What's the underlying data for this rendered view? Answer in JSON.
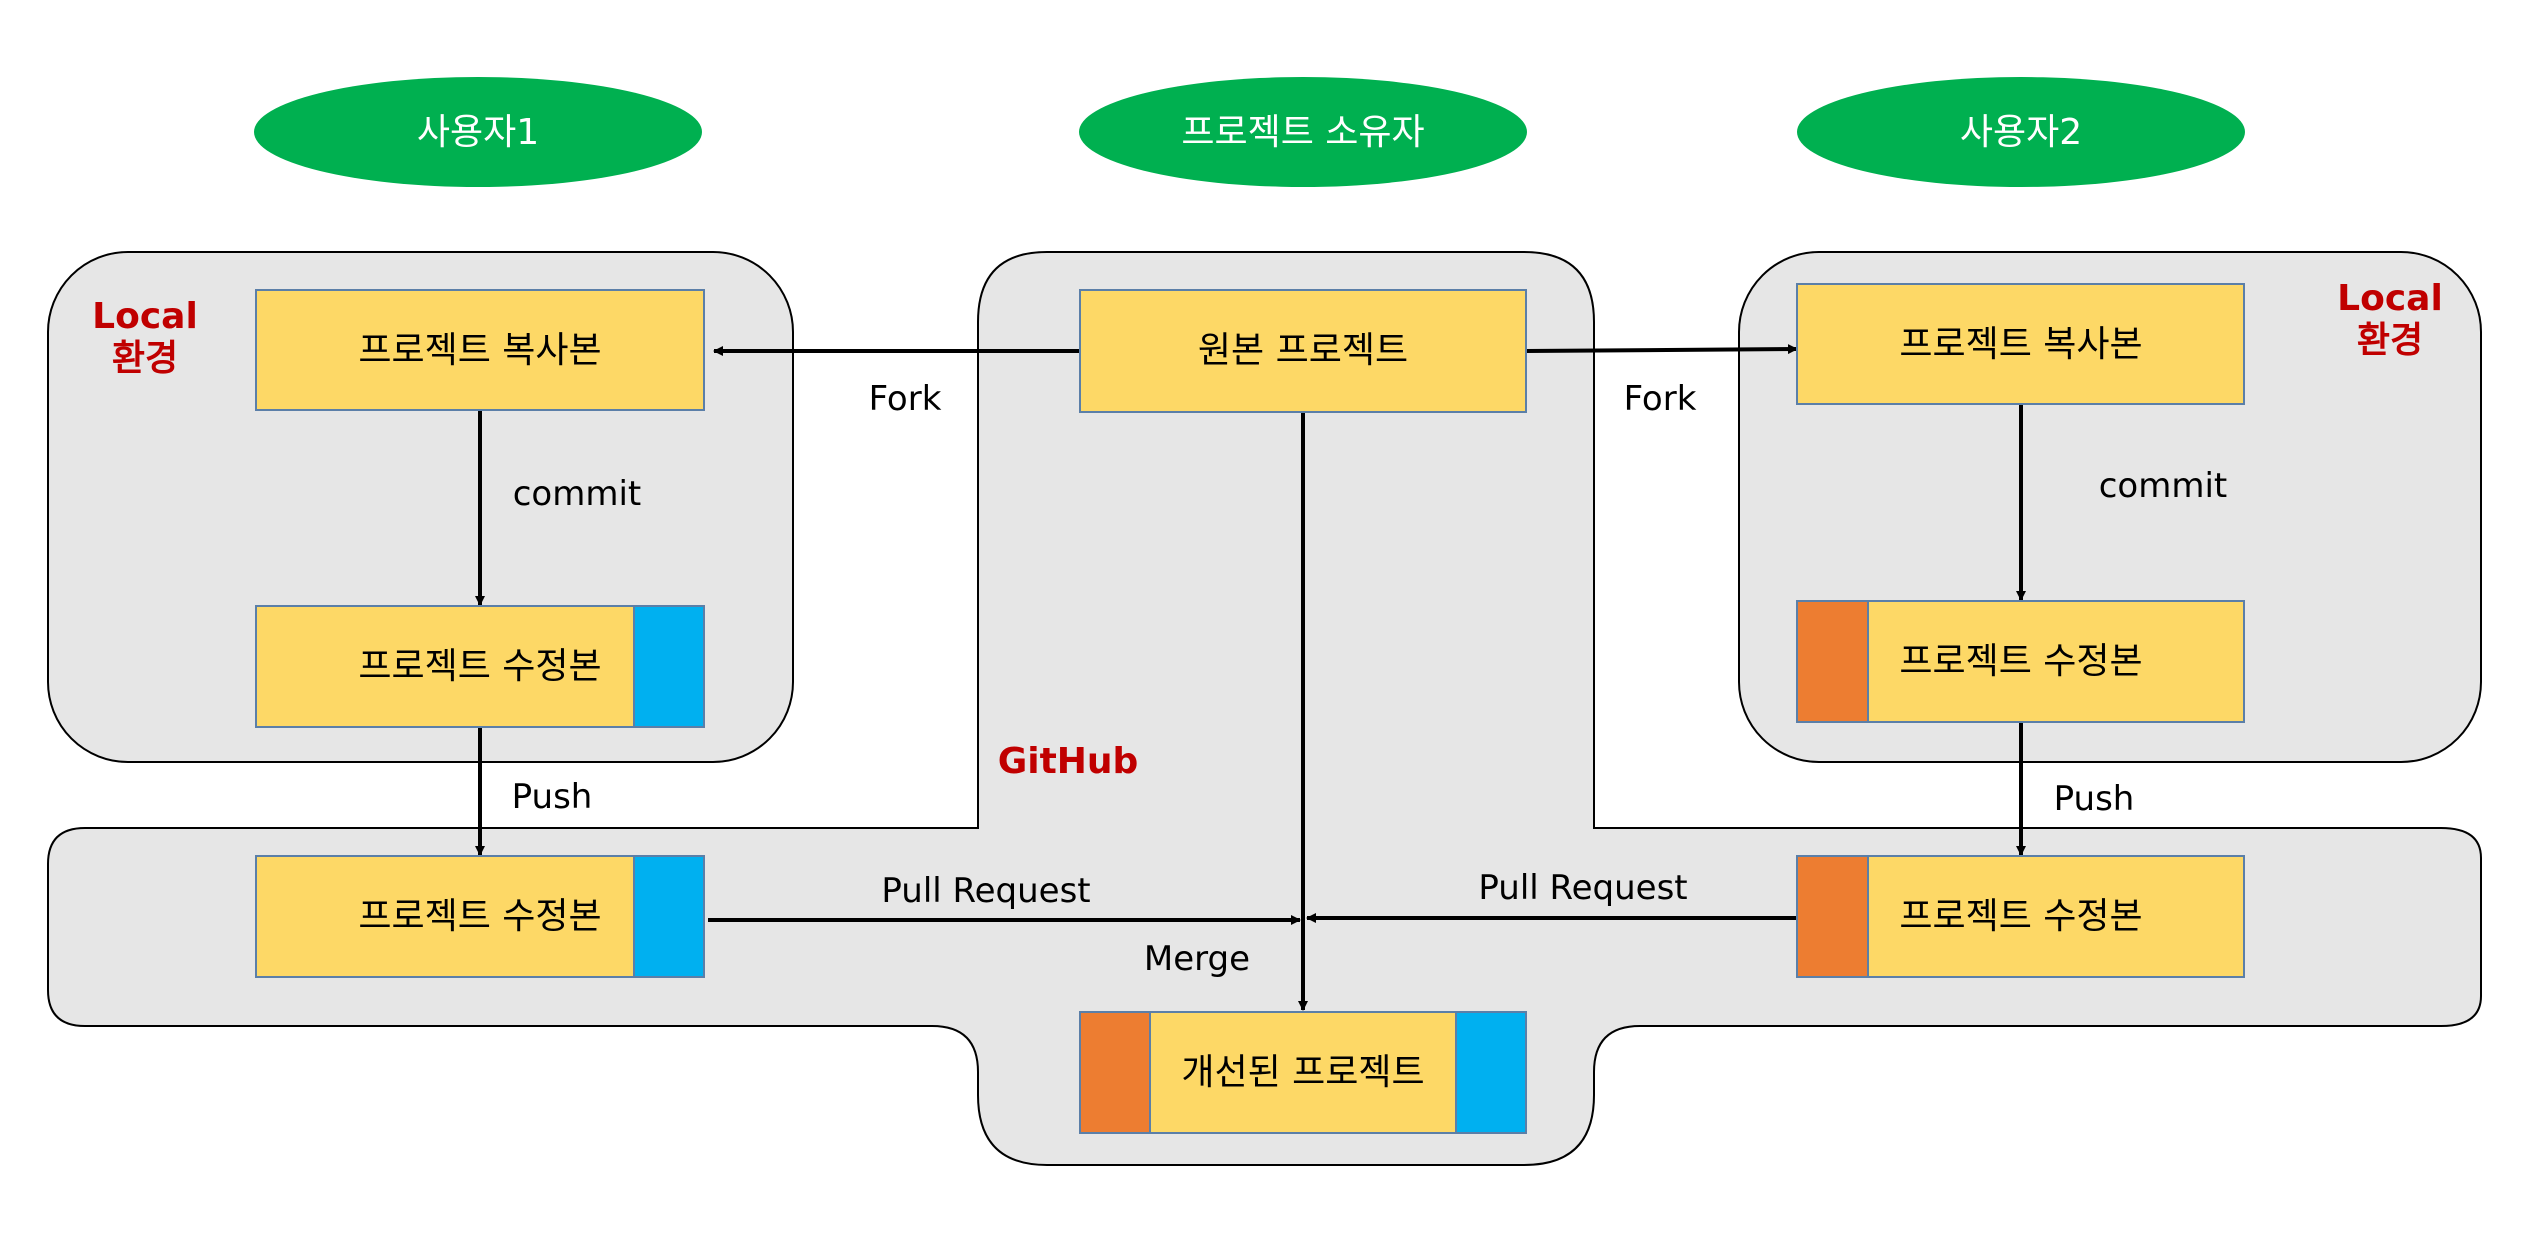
{
  "actors": {
    "user1": "사용자1",
    "owner": "프로젝트 소유자",
    "user2": "사용자2"
  },
  "regions": {
    "local_left": [
      "Local",
      "환경"
    ],
    "local_right": [
      "Local",
      "환경"
    ],
    "github": "GitHub"
  },
  "boxes": {
    "original": "원본 프로젝트",
    "copy_left": "프로젝트 복사본",
    "copy_right": "프로젝트 복사본",
    "modified_left_local": "프로젝트 수정본",
    "modified_right_local": "프로젝트 수정본",
    "modified_left_github": "프로젝트 수정본",
    "modified_right_github": "프로젝트 수정본",
    "improved": "개선된 프로젝트"
  },
  "edges": {
    "fork_left": "Fork",
    "fork_right": "Fork",
    "commit_left": "commit",
    "commit_right": "commit",
    "push_left": "Push",
    "push_right": "Push",
    "pr_left": "Pull Request",
    "pr_right": "Pull Request",
    "merge": "Merge"
  },
  "colors": {
    "actor_green": "#00b050",
    "box_yellow": "#fdd866",
    "box_border": "#5b7fa8",
    "user1_change_blue": "#00b0f0",
    "user2_change_orange": "#ed7d31",
    "region_gray": "#e6e6e6",
    "region_label_red": "#c00000"
  }
}
